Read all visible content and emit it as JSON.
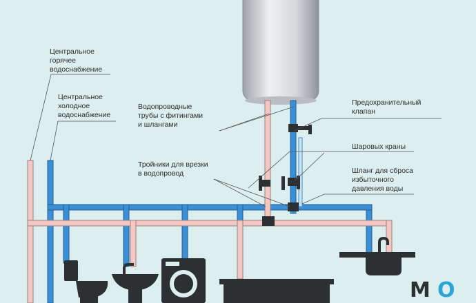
{
  "labels": {
    "hot_supply": "Центральное\nгорячее\nводоснабжение",
    "cold_supply": "Центральное\nхолодное\nводоснабжение",
    "pipes_fittings": "Водопроводные\nтрубы с фитингами\nи шлангами",
    "safety_valve": "Предохранительный\nклапан",
    "ball_valves": "Шаровых краны",
    "tees": "Тройники для врезки\nв водопровод",
    "drain_hose": "Шланг для сброса\nизбыточного\nдавления воды"
  },
  "logo": {
    "m": "M",
    "o": "O"
  },
  "colors": {
    "background": "#dceeee",
    "hot_pipe": "#f4c6c4",
    "hot_pipe_edge": "#9a8080",
    "cold_pipe": "#3b8fd4",
    "cold_pipe_edge": "#1f5f96",
    "fixture": "#2d3033",
    "heater_body": "#e6e8ea",
    "leader_line": "#555555",
    "logo_m": "#2d3033",
    "logo_o": "#2ba6d4"
  },
  "icons": [
    "boiler-icon",
    "toilet-icon",
    "sink-icon",
    "washing-machine-icon",
    "bathtub-icon",
    "kitchen-sink-icon",
    "valve-icon",
    "tee-icon"
  ]
}
